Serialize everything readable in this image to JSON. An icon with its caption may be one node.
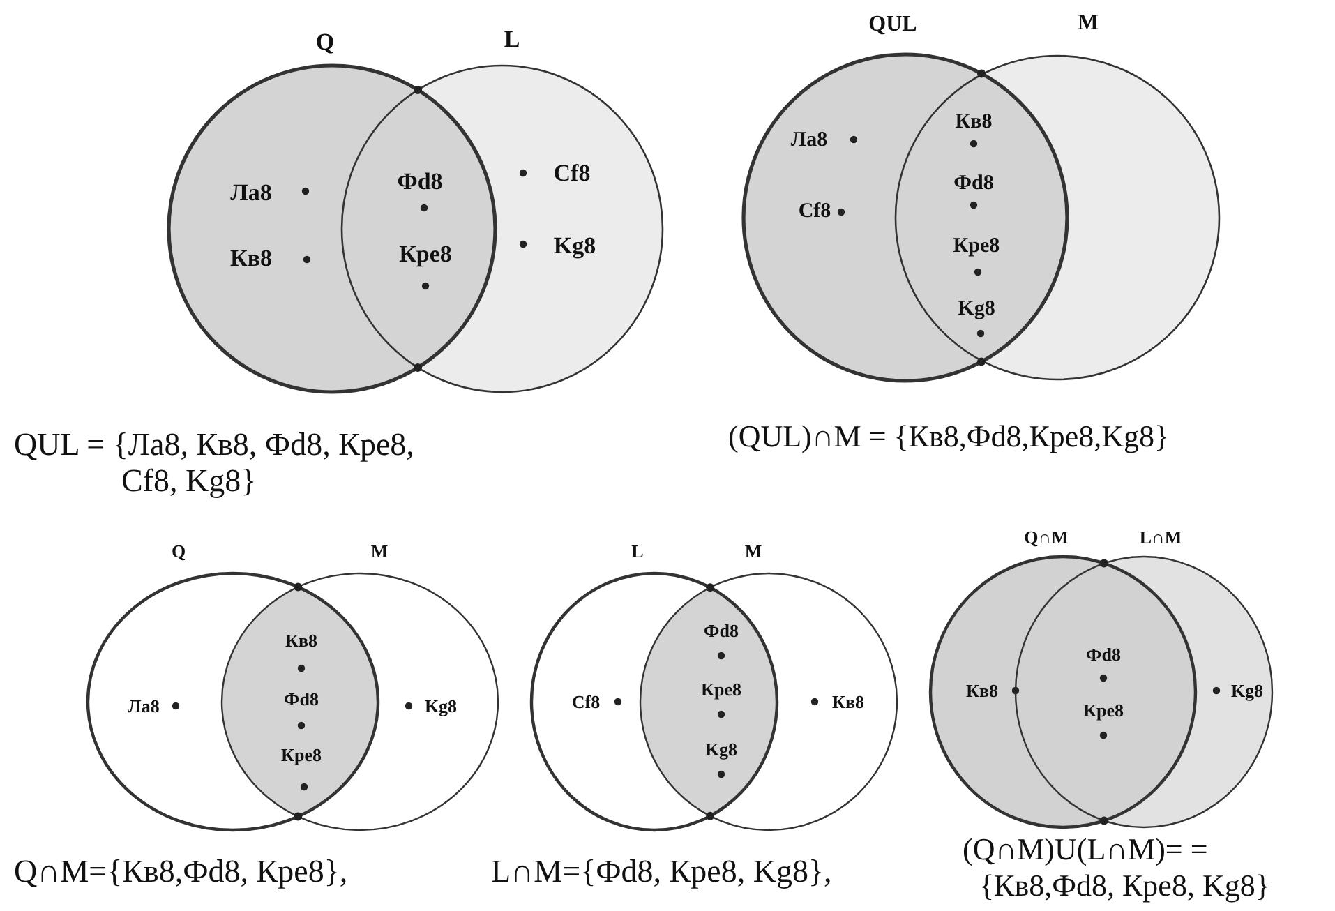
{
  "diagram": {
    "nodes": [
      {
        "text": [
          "Q"
        ]
      },
      {
        "text": [
          "L"
        ]
      },
      {
        "text": [
          "QUL"
        ]
      },
      {
        "text": [
          "M"
        ]
      },
      {
        "text": [
          "Q"
        ]
      },
      {
        "text": [
          "M"
        ]
      },
      {
        "text": [
          "L"
        ]
      },
      {
        "text": [
          "M"
        ]
      },
      {
        "text": [
          "Q∩M"
        ]
      },
      {
        "text": [
          "L∩M"
        ]
      }
    ],
    "labels": [
      "Ла8",
      "Фd8",
      "Cf8",
      "Кв8",
      "Кре8",
      "Kg8",
      "Кв8",
      "Ла8",
      "Фd8",
      "Cf8",
      "Кре8",
      "Kg8",
      "QUL = {Ла8, Кв8, Фd8, Кре8, Cf8, Kg8}",
      "(QUL)∩M = {Кв8,Фd8,Кре8,Kg8}",
      "Кв8",
      "Фd8",
      "Ла8",
      "Kg8",
      "Кре8",
      "Фd8",
      "Кре8",
      "Cf8",
      "Кв8",
      "Kg8",
      "Фd8",
      "Кв8",
      "Kg8",
      "Кре8",
      "Q∩M={Кв8,Фd8, Кре8},",
      "L∩M={Фd8, Кре8, Kg8},",
      "(Q∩M)U(L∩M)= ={Кв8,Фd8, Кре8, Kg8}"
    ]
  }
}
